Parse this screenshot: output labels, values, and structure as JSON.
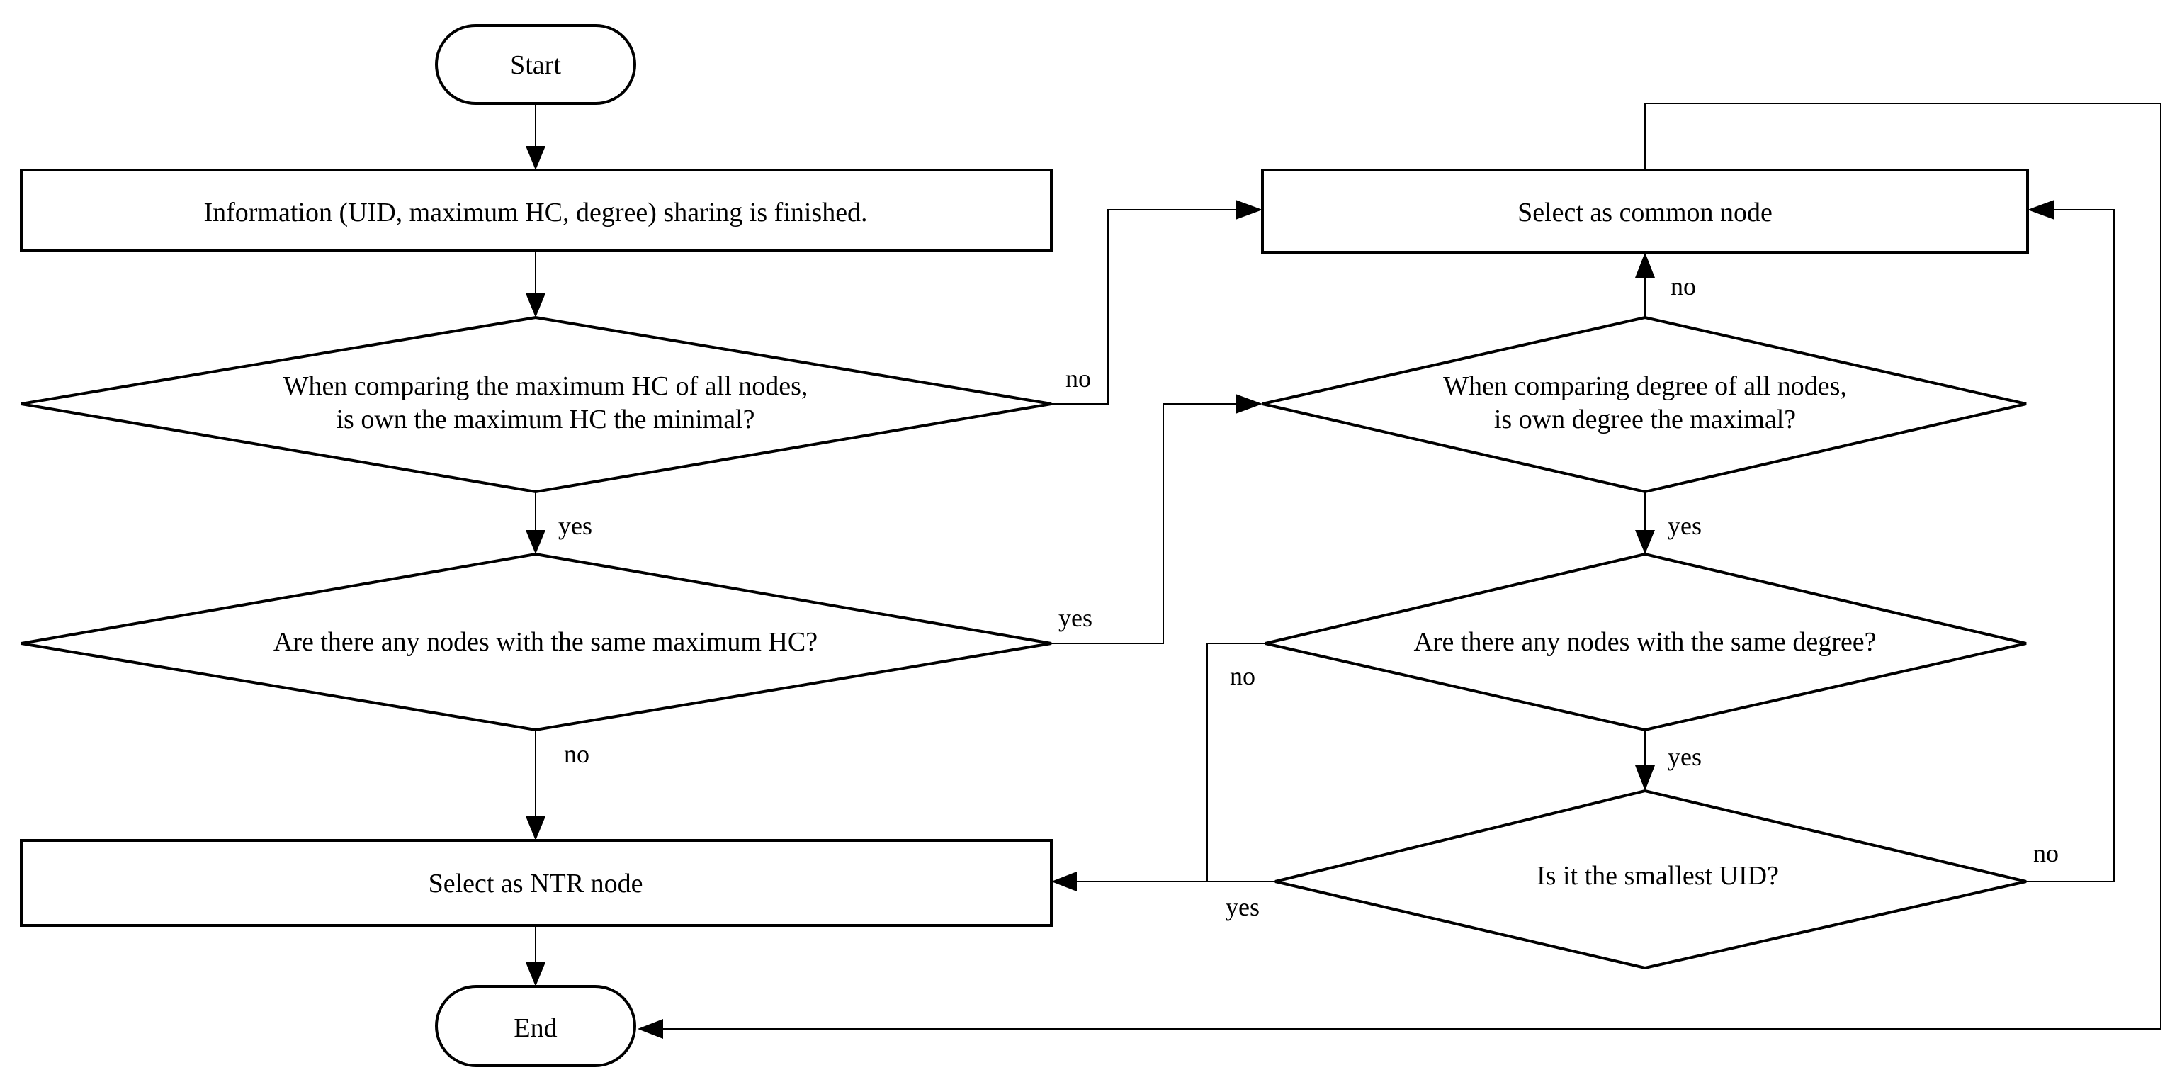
{
  "nodes": {
    "start": {
      "label": "Start"
    },
    "info": {
      "label": "Information (UID, maximum HC, degree) sharing is finished."
    },
    "hc_min": {
      "lines": [
        "When comparing the maximum HC of all nodes,",
        "is own the maximum HC the minimal?"
      ]
    },
    "hc_same": {
      "label": "Are there any nodes with the same maximum HC?"
    },
    "ntr": {
      "label": "Select as NTR node"
    },
    "end": {
      "label": "End"
    },
    "common": {
      "label": "Select as common node"
    },
    "deg_max": {
      "lines": [
        "When comparing degree of all nodes,",
        "is own degree the maximal?"
      ]
    },
    "deg_same": {
      "label": "Are there any nodes with the same degree?"
    },
    "uid_small": {
      "label": "Is it the smallest UID?"
    }
  },
  "edges": {
    "hc_min_no": "no",
    "hc_min_yes": "yes",
    "hc_same_yes": "yes",
    "hc_same_no": "no",
    "deg_max_no": "no",
    "deg_max_yes": "yes",
    "deg_same_yes": "yes",
    "deg_same_no": "no",
    "uid_yes": "yes",
    "uid_no": "no"
  }
}
